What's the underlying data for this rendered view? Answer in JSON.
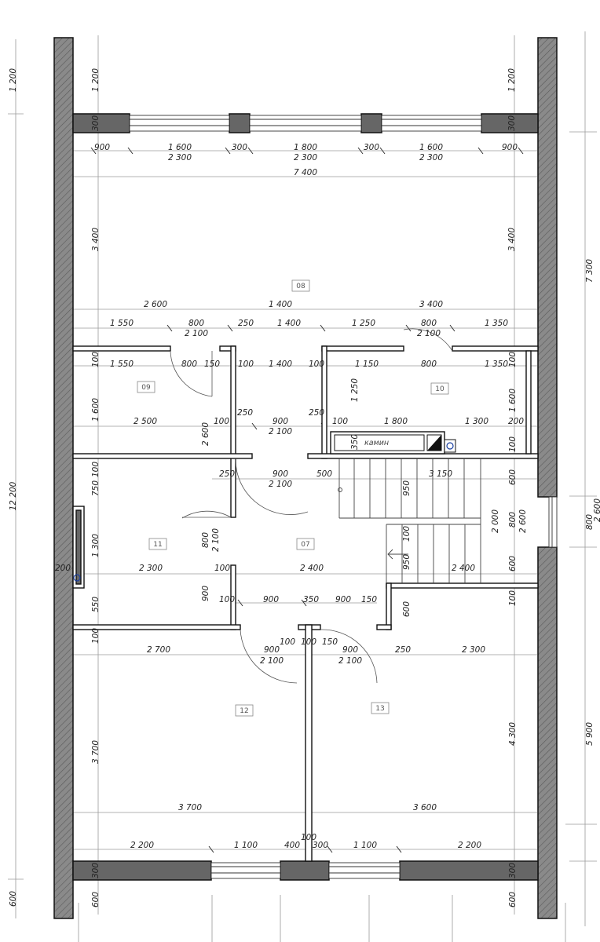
{
  "plan": {
    "rooms": [
      "08",
      "09",
      "10",
      "11",
      "07",
      "12",
      "13"
    ],
    "fireplace_label": "камин",
    "side_dims_left": [
      "1 200",
      "12 200",
      "600"
    ],
    "side_dims_right": [
      "7 300",
      "800",
      "2 600",
      "5 900"
    ],
    "colors": {
      "wall_fill": "#5f5f5f",
      "wall_outline": "#111111",
      "hatch_fill": "#8a8a8a",
      "dim_line": "#9a9a9a"
    },
    "dimensions": [
      "1 200",
      "1 200",
      "300",
      "300",
      "900",
      "1 600",
      "2 300",
      "300",
      "1 800",
      "2 300",
      "300",
      "1 600",
      "2 300",
      "900",
      "7 400",
      "3 400",
      "3 400",
      "2 600",
      "1 400",
      "3 400",
      "1 550",
      "800",
      "2 100",
      "250",
      "1 400",
      "1 250",
      "800",
      "2 100",
      "1 350",
      "100",
      "1 550",
      "800",
      "150",
      "100",
      "1 400",
      "100",
      "1 150",
      "800",
      "1 350",
      "100",
      "1 250",
      "1 600",
      "250",
      "250",
      "1 600",
      "2 500",
      "100",
      "900",
      "2 100",
      "100",
      "1 800",
      "1 300",
      "200",
      "2 600",
      "350",
      "100",
      "100",
      "250",
      "900",
      "2 100",
      "500",
      "3 150",
      "600",
      "750",
      "950",
      "2 000",
      "800",
      "2 600",
      "1 300",
      "800",
      "2 100",
      "100",
      "200",
      "2 300",
      "100",
      "2 400",
      "950",
      "2 400",
      "600",
      "550",
      "900",
      "100",
      "900",
      "350",
      "900",
      "150",
      "600",
      "100",
      "100",
      "100",
      "100",
      "150",
      "2 700",
      "900",
      "2 100",
      "900",
      "2 100",
      "250",
      "2 300",
      "3 700",
      "4 300",
      "3 700",
      "3 600",
      "100",
      "2 200",
      "1 100",
      "400",
      "300",
      "1 100",
      "2 200",
      "300",
      "300",
      "600",
      "600"
    ]
  }
}
